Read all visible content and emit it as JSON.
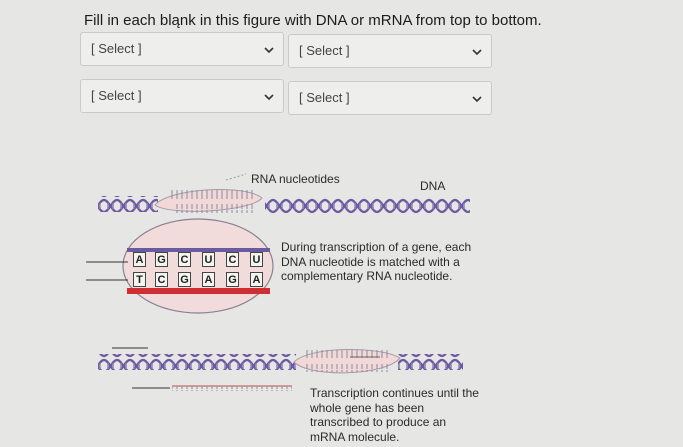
{
  "question": "Fill in each bląnk in this figure with DNA or mRNA from top to bottom.",
  "selects": [
    {
      "value": "[ Select ]"
    },
    {
      "value": "[ Select ]"
    },
    {
      "value": "[ Select ]"
    },
    {
      "value": "[ Select ]"
    }
  ],
  "figure": {
    "label_rna": "RNA nucleotides",
    "label_dna": "DNA",
    "para1": "During transcription of a gene, each DNA nucleotide is matched with a complementary RNA nucleotide.",
    "para2": "Transcription continues until the whole gene has been transcribed to produce an mRNA molecule.",
    "top_strand_bases": [
      "A",
      "G",
      "C",
      "U",
      "C",
      "U"
    ],
    "bottom_strand_bases": [
      "T",
      "C",
      "G",
      "A",
      "G",
      "A"
    ]
  },
  "colors": {
    "dna_purple": "#6b5aa0",
    "rna_red": "#cf2f33",
    "bubble_fill": "#f2d9d8",
    "bubble_stroke": "#a79aa8"
  }
}
